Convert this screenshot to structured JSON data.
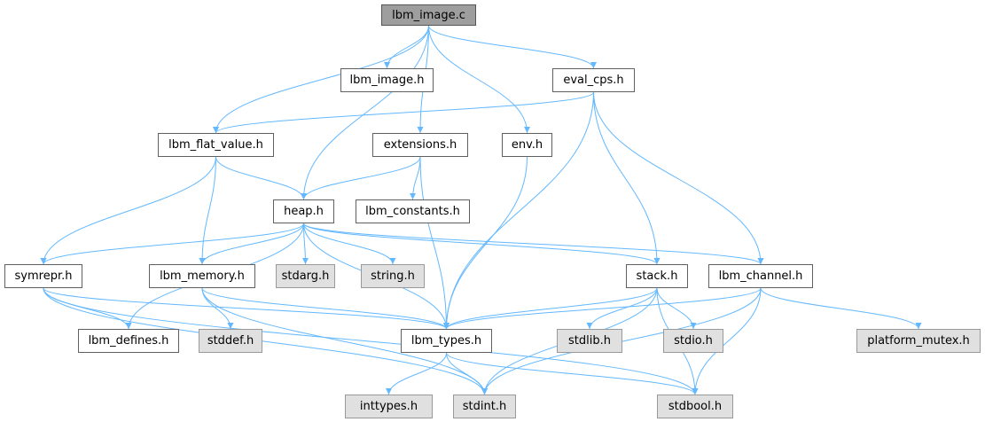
{
  "colors": {
    "edge": "#63b8ff",
    "root_fill": "#9e9e9e",
    "system_fill": "#e0e0e0",
    "node_border": "#606060"
  },
  "nodes": [
    {
      "id": "lbm_image_c",
      "label": "lbm_image.c",
      "kind": "root"
    },
    {
      "id": "lbm_image_h",
      "label": "lbm_image.h",
      "kind": "local"
    },
    {
      "id": "eval_cps_h",
      "label": "eval_cps.h",
      "kind": "local"
    },
    {
      "id": "lbm_flat_value_h",
      "label": "lbm_flat_value.h",
      "kind": "local"
    },
    {
      "id": "extensions_h",
      "label": "extensions.h",
      "kind": "local"
    },
    {
      "id": "env_h",
      "label": "env.h",
      "kind": "local"
    },
    {
      "id": "heap_h",
      "label": "heap.h",
      "kind": "local"
    },
    {
      "id": "lbm_constants_h",
      "label": "lbm_constants.h",
      "kind": "local"
    },
    {
      "id": "symrepr_h",
      "label": "symrepr.h",
      "kind": "local"
    },
    {
      "id": "lbm_memory_h",
      "label": "lbm_memory.h",
      "kind": "local"
    },
    {
      "id": "stdarg_h",
      "label": "stdarg.h",
      "kind": "system"
    },
    {
      "id": "string_h",
      "label": "string.h",
      "kind": "system"
    },
    {
      "id": "stack_h",
      "label": "stack.h",
      "kind": "local"
    },
    {
      "id": "lbm_channel_h",
      "label": "lbm_channel.h",
      "kind": "local"
    },
    {
      "id": "lbm_defines_h",
      "label": "lbm_defines.h",
      "kind": "local"
    },
    {
      "id": "stddef_h",
      "label": "stddef.h",
      "kind": "system"
    },
    {
      "id": "lbm_types_h",
      "label": "lbm_types.h",
      "kind": "local"
    },
    {
      "id": "stdlib_h",
      "label": "stdlib.h",
      "kind": "system"
    },
    {
      "id": "stdio_h",
      "label": "stdio.h",
      "kind": "system"
    },
    {
      "id": "platform_mutex_h",
      "label": "platform_mutex.h",
      "kind": "system"
    },
    {
      "id": "inttypes_h",
      "label": "inttypes.h",
      "kind": "system"
    },
    {
      "id": "stdint_h",
      "label": "stdint.h",
      "kind": "system"
    },
    {
      "id": "stdbool_h",
      "label": "stdbool.h",
      "kind": "system"
    }
  ],
  "edges": [
    [
      "lbm_image_c",
      "lbm_image_h"
    ],
    [
      "lbm_image_c",
      "eval_cps_h"
    ],
    [
      "lbm_image_c",
      "lbm_flat_value_h"
    ],
    [
      "lbm_image_c",
      "heap_h"
    ],
    [
      "lbm_image_c",
      "extensions_h"
    ],
    [
      "lbm_image_c",
      "env_h"
    ],
    [
      "eval_cps_h",
      "lbm_flat_value_h"
    ],
    [
      "eval_cps_h",
      "lbm_types_h"
    ],
    [
      "eval_cps_h",
      "stack_h"
    ],
    [
      "eval_cps_h",
      "lbm_channel_h"
    ],
    [
      "lbm_flat_value_h",
      "heap_h"
    ],
    [
      "lbm_flat_value_h",
      "symrepr_h"
    ],
    [
      "lbm_flat_value_h",
      "lbm_memory_h"
    ],
    [
      "extensions_h",
      "heap_h"
    ],
    [
      "extensions_h",
      "lbm_constants_h"
    ],
    [
      "extensions_h",
      "lbm_types_h"
    ],
    [
      "env_h",
      "lbm_types_h"
    ],
    [
      "heap_h",
      "symrepr_h"
    ],
    [
      "heap_h",
      "lbm_defines_h"
    ],
    [
      "heap_h",
      "lbm_memory_h"
    ],
    [
      "heap_h",
      "stdarg_h"
    ],
    [
      "heap_h",
      "string_h"
    ],
    [
      "heap_h",
      "lbm_types_h"
    ],
    [
      "heap_h",
      "stack_h"
    ],
    [
      "heap_h",
      "lbm_channel_h"
    ],
    [
      "symrepr_h",
      "lbm_defines_h"
    ],
    [
      "symrepr_h",
      "lbm_types_h"
    ],
    [
      "symrepr_h",
      "stdint_h"
    ],
    [
      "symrepr_h",
      "stdbool_h"
    ],
    [
      "lbm_memory_h",
      "stddef_h"
    ],
    [
      "lbm_memory_h",
      "lbm_types_h"
    ],
    [
      "lbm_memory_h",
      "stdint_h"
    ],
    [
      "stack_h",
      "lbm_types_h"
    ],
    [
      "stack_h",
      "stdlib_h"
    ],
    [
      "stack_h",
      "stdio_h"
    ],
    [
      "stack_h",
      "stdint_h"
    ],
    [
      "stack_h",
      "stdbool_h"
    ],
    [
      "lbm_channel_h",
      "lbm_types_h"
    ],
    [
      "lbm_channel_h",
      "platform_mutex_h"
    ],
    [
      "lbm_channel_h",
      "stdint_h"
    ],
    [
      "lbm_channel_h",
      "stdbool_h"
    ],
    [
      "lbm_types_h",
      "inttypes_h"
    ],
    [
      "lbm_types_h",
      "stdint_h"
    ],
    [
      "lbm_types_h",
      "stdbool_h"
    ]
  ]
}
